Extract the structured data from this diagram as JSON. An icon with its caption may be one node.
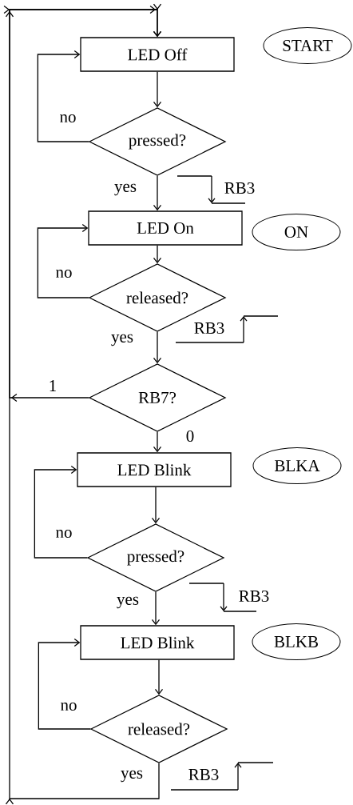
{
  "diagram": {
    "nodes": [
      {
        "text": [
          "LED Off"
        ]
      },
      {
        "text": [
          "START"
        ]
      },
      {
        "text": [
          "pressed?"
        ]
      },
      {
        "text": [
          "LED On"
        ]
      },
      {
        "text": [
          "ON"
        ]
      },
      {
        "text": [
          "released?"
        ]
      },
      {
        "text": [
          "RB7?"
        ]
      },
      {
        "text": [
          "LED Blink"
        ]
      },
      {
        "text": [
          "BLKA"
        ]
      },
      {
        "text": [
          "pressed?"
        ]
      },
      {
        "text": [
          "LED Blink"
        ]
      },
      {
        "text": [
          "BLKB"
        ]
      },
      {
        "text": [
          "released?"
        ]
      }
    ],
    "edges": [
      {
        "from": 0,
        "to": 2,
        "arrow": "to"
      },
      {
        "from": 2,
        "to": 3,
        "arrow": "to",
        "label": "yes"
      },
      {
        "from": 2,
        "to": 0,
        "arrow": "to",
        "label": "no"
      },
      {
        "from": 3,
        "to": 5,
        "arrow": "to"
      },
      {
        "from": 5,
        "to": 6,
        "arrow": "to",
        "label": "yes"
      },
      {
        "from": 5,
        "to": 3,
        "arrow": "to",
        "label": "no"
      },
      {
        "from": 6,
        "to": 0,
        "arrow": "to",
        "label": "1"
      },
      {
        "from": 6,
        "to": 7,
        "arrow": "to",
        "label": "0"
      },
      {
        "from": 7,
        "to": 9,
        "arrow": "to"
      },
      {
        "from": 9,
        "to": 10,
        "arrow": "to",
        "label": "yes"
      },
      {
        "from": 9,
        "to": 7,
        "arrow": "to",
        "label": "no"
      },
      {
        "from": 10,
        "to": 12,
        "arrow": "to"
      },
      {
        "from": 12,
        "to": 10,
        "arrow": "to",
        "label": "no"
      },
      {
        "from": 12,
        "to": 0,
        "arrow": "to",
        "label": "yes"
      }
    ],
    "labels": [
      "RB3",
      "RB3",
      "RB3",
      "RB3"
    ]
  }
}
